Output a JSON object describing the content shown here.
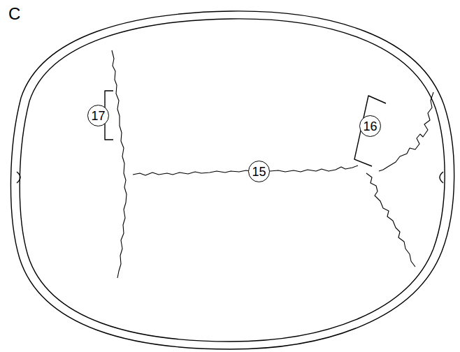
{
  "diagram": {
    "nodes": [
      {
        "text": [
          "17"
        ]
      },
      {
        "text": [
          "16"
        ]
      },
      {
        "text": [
          "15"
        ]
      }
    ],
    "labels": [
      "C"
    ]
  }
}
